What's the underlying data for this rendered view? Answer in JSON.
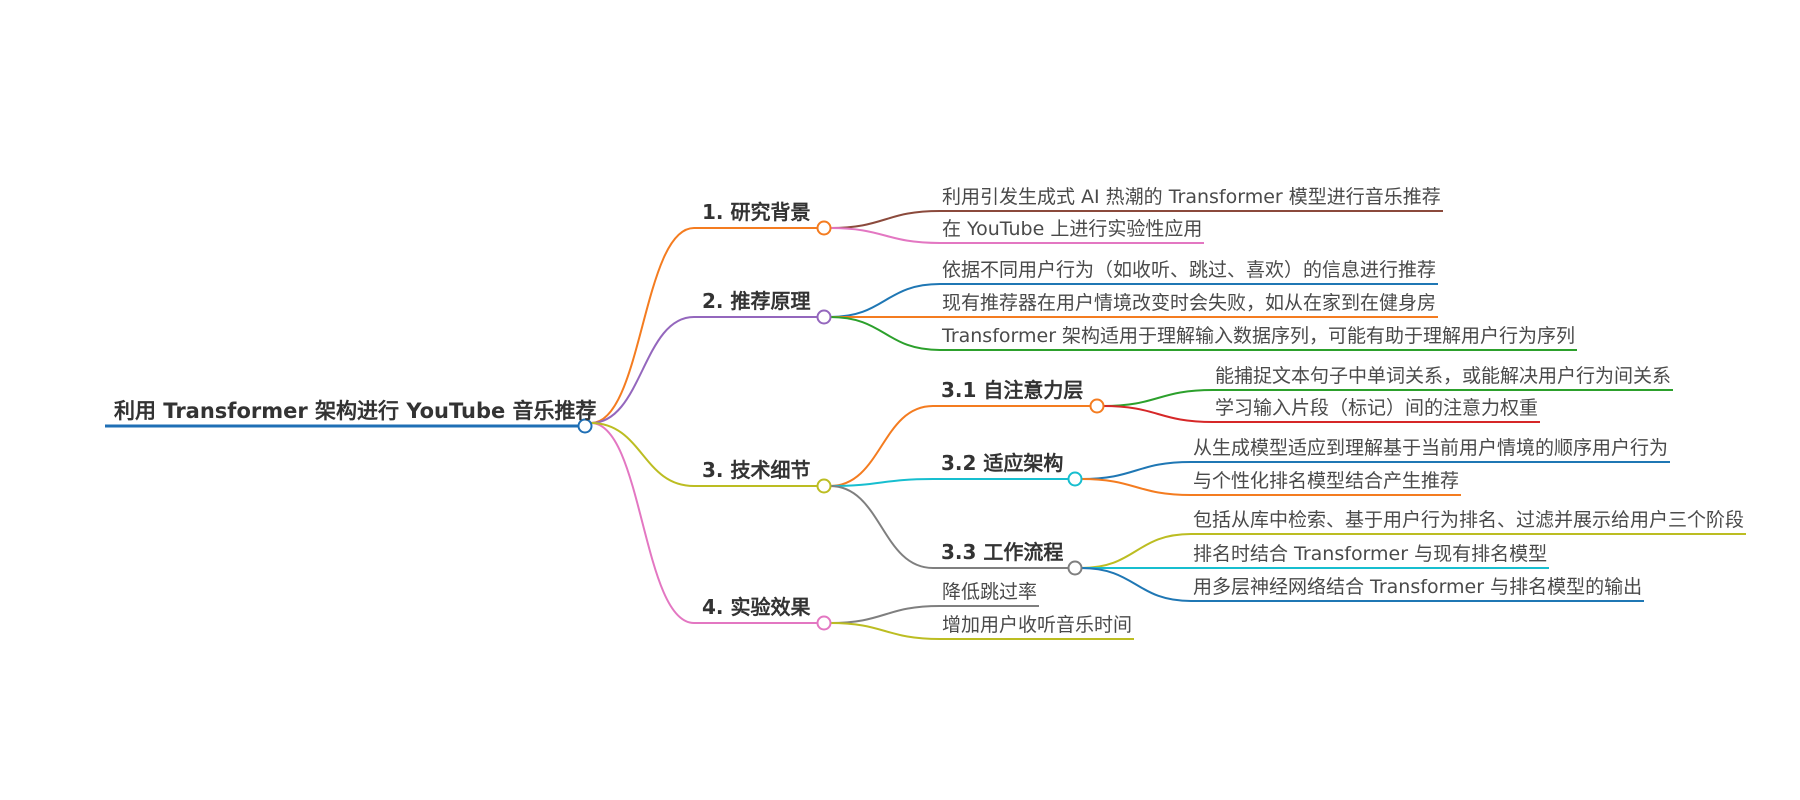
{
  "mindmap": {
    "root": {
      "label": "利用 Transformer 架构进行 YouTube 音乐推荐",
      "color": "#1f6fb5"
    },
    "branches": [
      {
        "label": "1. 研究背景",
        "color": "#f47c20",
        "leaves": [
          {
            "label": "利用引发生成式 AI 热潮的 Transformer 模型进行音乐推荐",
            "color": "#8b4a3c"
          },
          {
            "label": "在 YouTube 上进行实验性应用",
            "color": "#e377c2"
          }
        ]
      },
      {
        "label": "2. 推荐原理",
        "color": "#9467bd",
        "leaves": [
          {
            "label": "依据不同用户行为（如收听、跳过、喜欢）的信息进行推荐",
            "color": "#1f77b4"
          },
          {
            "label": "现有推荐器在用户情境改变时会失败，如从在家到在健身房",
            "color": "#f47c20"
          },
          {
            "label": "Transformer 架构适用于理解输入数据序列，可能有助于理解用户行为序列",
            "color": "#2ca02c"
          }
        ]
      },
      {
        "label": "3. 技术细节",
        "color": "#bcbd22",
        "children": [
          {
            "label": "3.1 自注意力层",
            "color": "#f47c20",
            "leaves": [
              {
                "label": "能捕捉文本句子中单词关系，或能解决用户行为间关系",
                "color": "#2ca02c"
              },
              {
                "label": "学习输入片段（标记）间的注意力权重",
                "color": "#d62728"
              }
            ]
          },
          {
            "label": "3.2 适应架构",
            "color": "#17becf",
            "leaves": [
              {
                "label": "从生成模型适应到理解基于当前用户情境的顺序用户行为",
                "color": "#1f77b4"
              },
              {
                "label": "与个性化排名模型结合产生推荐",
                "color": "#f47c20"
              }
            ]
          },
          {
            "label": "3.3 工作流程",
            "color": "#7f7f7f",
            "leaves": [
              {
                "label": "包括从库中检索、基于用户行为排名、过滤并展示给用户三个阶段",
                "color": "#bcbd22"
              },
              {
                "label": "排名时结合 Transformer 与现有排名模型",
                "color": "#17becf"
              },
              {
                "label": "用多层神经网络结合 Transformer 与排名模型的输出",
                "color": "#1f77b4"
              }
            ]
          }
        ]
      },
      {
        "label": "4. 实验效果",
        "color": "#e377c2",
        "leaves": [
          {
            "label": "降低跳过率",
            "color": "#7f7f7f"
          },
          {
            "label": "增加用户收听音乐时间",
            "color": "#bcbd22"
          }
        ]
      }
    ]
  }
}
